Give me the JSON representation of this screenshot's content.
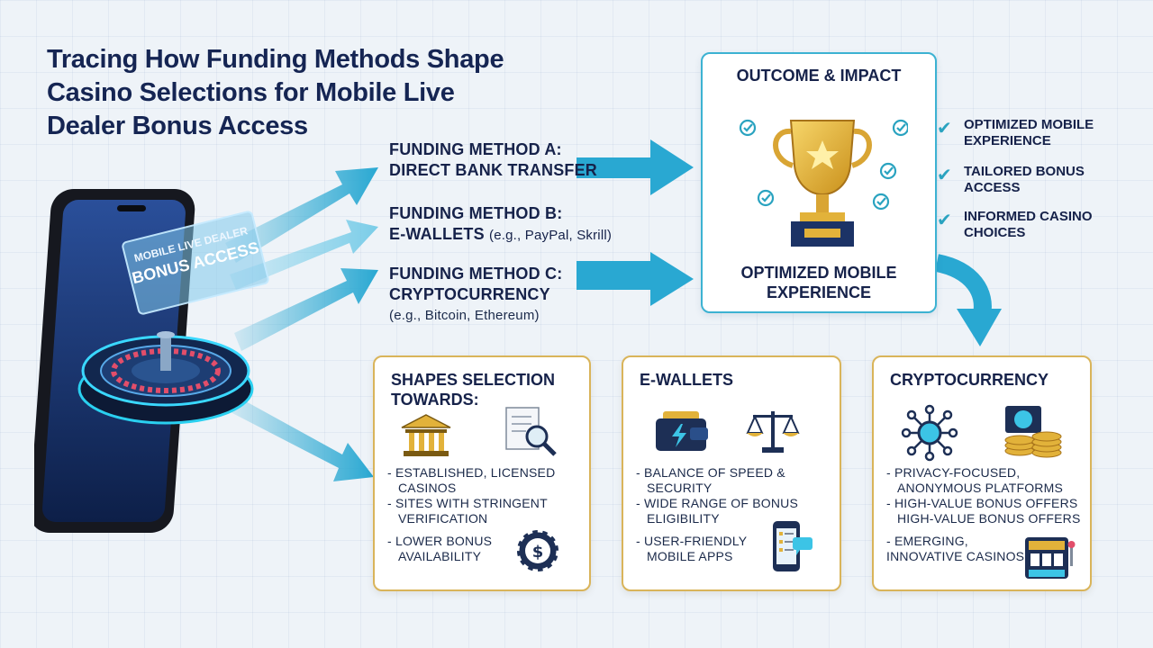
{
  "title": {
    "line1": "Tracing How Funding Methods Shape",
    "line2": "Casino Selections for Mobile Live",
    "line3": "Dealer Bonus Access"
  },
  "phone": {
    "screen_label_line1": "MOBILE LIVE DEALER",
    "screen_label_line2": "BONUS ACCESS"
  },
  "funding": {
    "a": {
      "line1": "FUNDING METHOD A:",
      "line2": "DIRECT BANK TRANSFER"
    },
    "b": {
      "line1": "FUNDING METHOD B:",
      "line2_main": "E-WALLETS",
      "line2_sub": "(e.g., PayPal, Skrill)"
    },
    "c": {
      "line1": "FUNDING METHOD C:",
      "line2": "CRYPTOCURRENCY",
      "line3": "(e.g., Bitcoin, Ethereum)"
    }
  },
  "outcome": {
    "title": "OUTCOME & IMPACT",
    "subtitle_line1": "OPTIMIZED MOBILE",
    "subtitle_line2": "EXPERIENCE",
    "bullets": [
      {
        "line1": "OPTIMIZED MOBILE",
        "line2": "EXPERIENCE"
      },
      {
        "line1": "TAILORED BONUS",
        "line2": "ACCESS"
      },
      {
        "line1": "INFORMED CASINO",
        "line2": "CHOICES"
      }
    ]
  },
  "cards": {
    "bank": {
      "title_line1": "SHAPES SELECTION",
      "title_line2": "TOWARDS:",
      "lines": [
        "- ESTABLISHED, LICENSED",
        "CASINOS",
        "- SITES WITH STRINGENT",
        "VERIFICATION",
        "- LOWER BONUS",
        "AVAILABILITY"
      ]
    },
    "ewallet": {
      "title": "E-WALLETS",
      "lines": [
        "- BALANCE OF SPEED &",
        "SECURITY",
        "- WIDE RANGE OF BONUS",
        "ELIGIBILITY",
        "- USER-FRIENDLY",
        "MOBILE APPS"
      ]
    },
    "crypto": {
      "title": "CRYPTOCURRENCY",
      "lines": [
        "- PRIVACY-FOCUSED,",
        "ANONYMOUS PLATFORMS",
        "- HIGH-VALUE BONUS OFFERS",
        "HIGH-VALUE BONUS OFFERS",
        "- EMERGING,",
        "INNOVATIVE CASINOS"
      ]
    }
  },
  "colors": {
    "arrow": "#29a8d2",
    "outcome_border": "#3cb2d2",
    "card_border": "#d9b45a",
    "check": "#2aa3c0",
    "navy": "#16224a",
    "gold": "#e2b23a"
  },
  "icons": [
    "bank-icon",
    "document-search-icon",
    "casino-chip-icon",
    "wallet-icon",
    "balance-scale-icon",
    "mobile-app-icon",
    "blockchain-network-icon",
    "coin-stack-icon",
    "slot-machine-icon",
    "trophy-icon",
    "check-icon"
  ]
}
